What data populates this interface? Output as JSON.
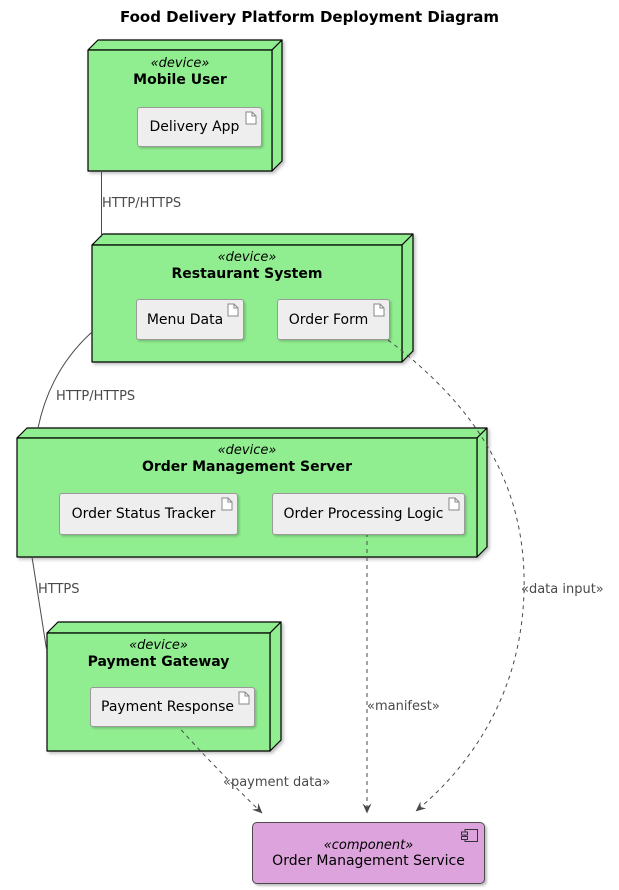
{
  "title": "Food Delivery Platform Deployment Diagram",
  "colors": {
    "node_fill": "#90EE90",
    "node_border": "#000000",
    "artifact_fill": "#EEEEEE",
    "artifact_border": "#9A9A9A",
    "component_fill": "#DDA3DD",
    "component_border": "#4A4A4A",
    "edge_color": "#4A4A4A"
  },
  "nodes": [
    {
      "stereotype": "«device»",
      "name": "Mobile User",
      "artifacts": [
        {
          "label": "Delivery App"
        }
      ]
    },
    {
      "stereotype": "«device»",
      "name": "Restaurant System",
      "artifacts": [
        {
          "label": "Menu Data"
        },
        {
          "label": "Order Form"
        }
      ]
    },
    {
      "stereotype": "«device»",
      "name": "Order Management Server",
      "artifacts": [
        {
          "label": "Order Status Tracker"
        },
        {
          "label": "Order Processing Logic"
        }
      ]
    },
    {
      "stereotype": "«device»",
      "name": "Payment Gateway",
      "artifacts": [
        {
          "label": "Payment Response"
        }
      ]
    }
  ],
  "component": {
    "stereotype": "«component»",
    "name": "Order Management Service"
  },
  "edges": [
    {
      "label": "HTTP/HTTPS"
    },
    {
      "label": "HTTP/HTTPS"
    },
    {
      "label": "HTTPS"
    },
    {
      "label": "«payment data»"
    },
    {
      "label": "«manifest»"
    },
    {
      "label": "«data input»"
    }
  ]
}
